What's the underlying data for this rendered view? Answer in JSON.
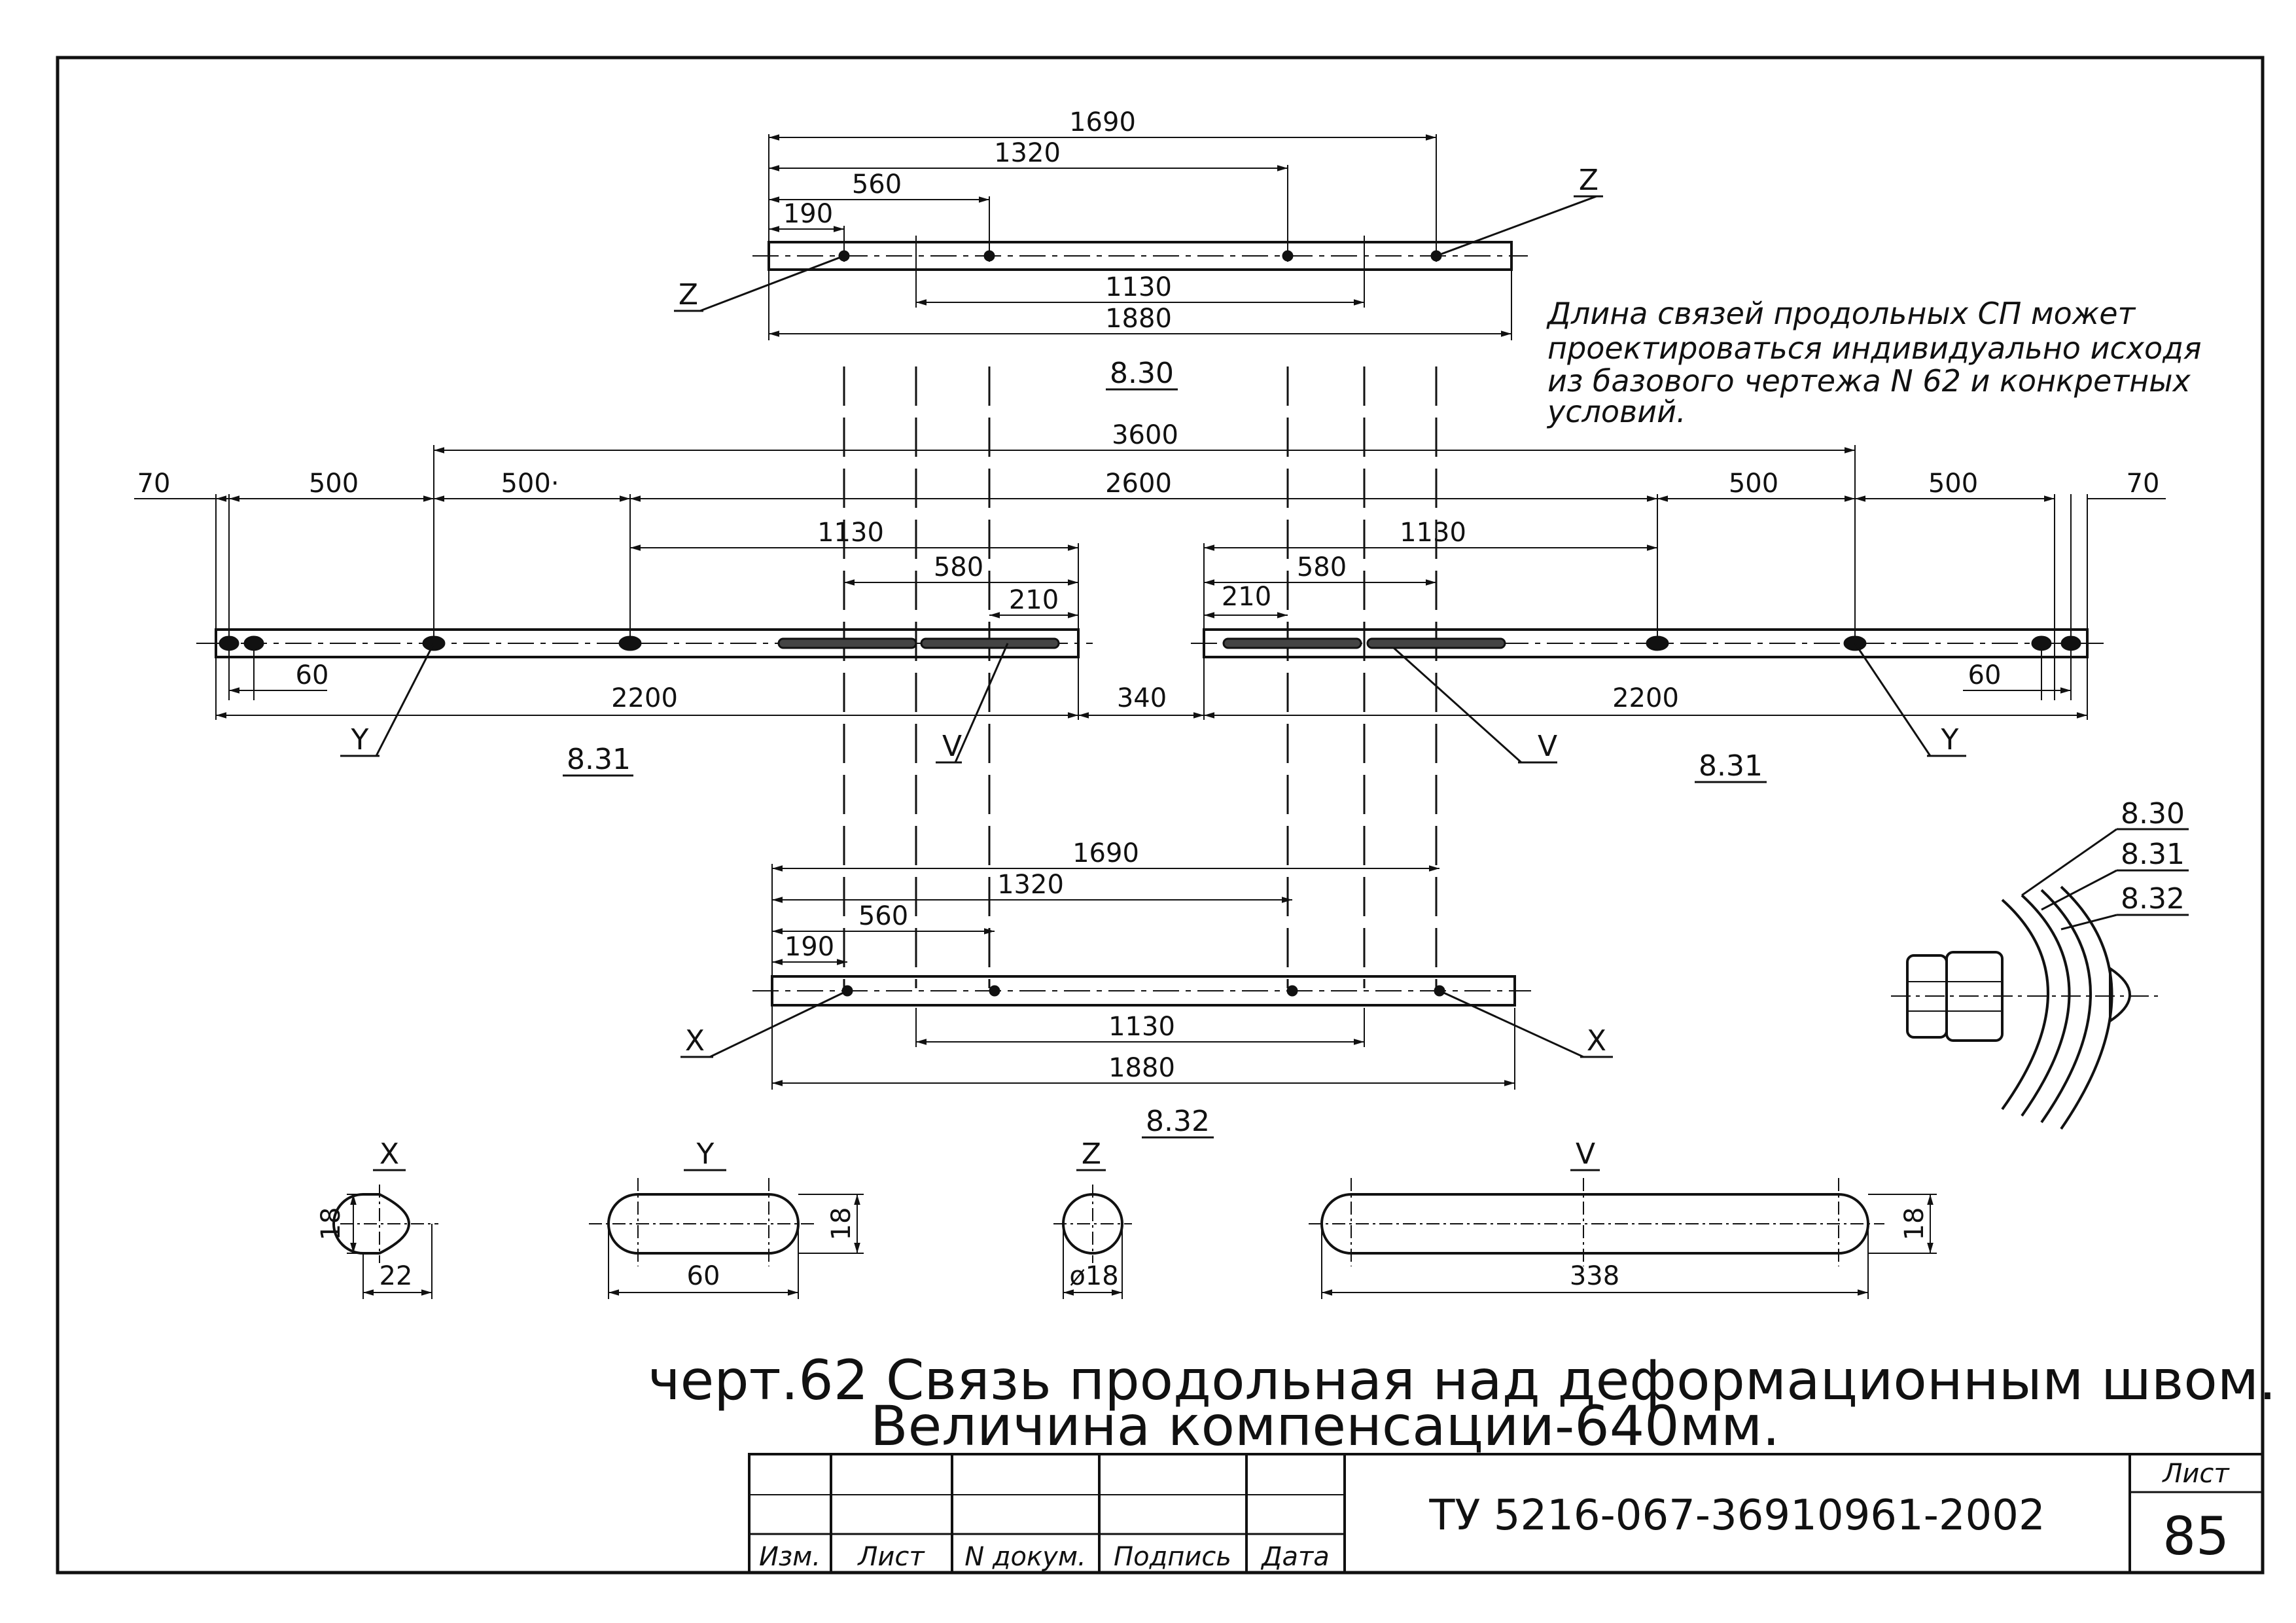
{
  "note": {
    "lines": [
      "Длина связей продольных СП может",
      "проектироваться индивидуально исходя",
      "из базового чертежа N 62 и конкретных",
      "условий."
    ]
  },
  "title": {
    "line1": "черт.62 Связь продольная над деформационным швом.",
    "line2": "Величина компенсации-640мм."
  },
  "parts": {
    "top": {
      "mark": "8.30",
      "dims": {
        "d1690": "1690",
        "d1320": "1320",
        "d560": "560",
        "d190": "190",
        "d1130": "1130",
        "d1880": "1880"
      },
      "callouts": {
        "left": "Z",
        "right": "Z"
      }
    },
    "middle": {
      "mark_left": "8.31",
      "mark_right": "8.31",
      "dims": {
        "d3600": "3600",
        "d2600": "2600",
        "d70_left": "70",
        "d500_a": "500",
        "d500_b": "500·",
        "d500_c": "500",
        "d500_d": "500",
        "d70_right": "70",
        "d1130_left": "1130",
        "d1130_right": "1130",
        "d580_left": "580",
        "d580_right": "580",
        "d210_left": "210",
        "d210_right": "210",
        "d60_left": "60",
        "d60_right": "60",
        "d2200_left": "2200",
        "d2200_right": "2200",
        "d340": "340"
      },
      "callouts": {
        "y_left": "Y",
        "v_left": "V",
        "v_right": "V",
        "y_right": "Y"
      }
    },
    "bottom": {
      "mark": "8.32",
      "dims": {
        "d1690": "1690",
        "d1320": "1320",
        "d560": "560",
        "d190": "190",
        "d1130": "1130",
        "d1880": "1880"
      },
      "callouts": {
        "left": "X",
        "right": "X"
      }
    }
  },
  "assembly": {
    "labels": [
      "8.30",
      "8.31",
      "8.32"
    ]
  },
  "sections": [
    {
      "name": "X",
      "dims": [
        "18",
        "22"
      ]
    },
    {
      "name": "Y",
      "dims": [
        "60",
        "18"
      ]
    },
    {
      "name": "Z",
      "dims": [
        "ø18"
      ]
    },
    {
      "name": "V",
      "dims": [
        "338",
        "18"
      ]
    }
  ],
  "title_block": {
    "headers": [
      "Изм.",
      "Лист",
      "N докум.",
      "Подпись",
      "Дата"
    ],
    "doc_code": "ТУ 5216-067-36910961-2002",
    "sheet_label": "Лист",
    "sheet_number": "85"
  }
}
